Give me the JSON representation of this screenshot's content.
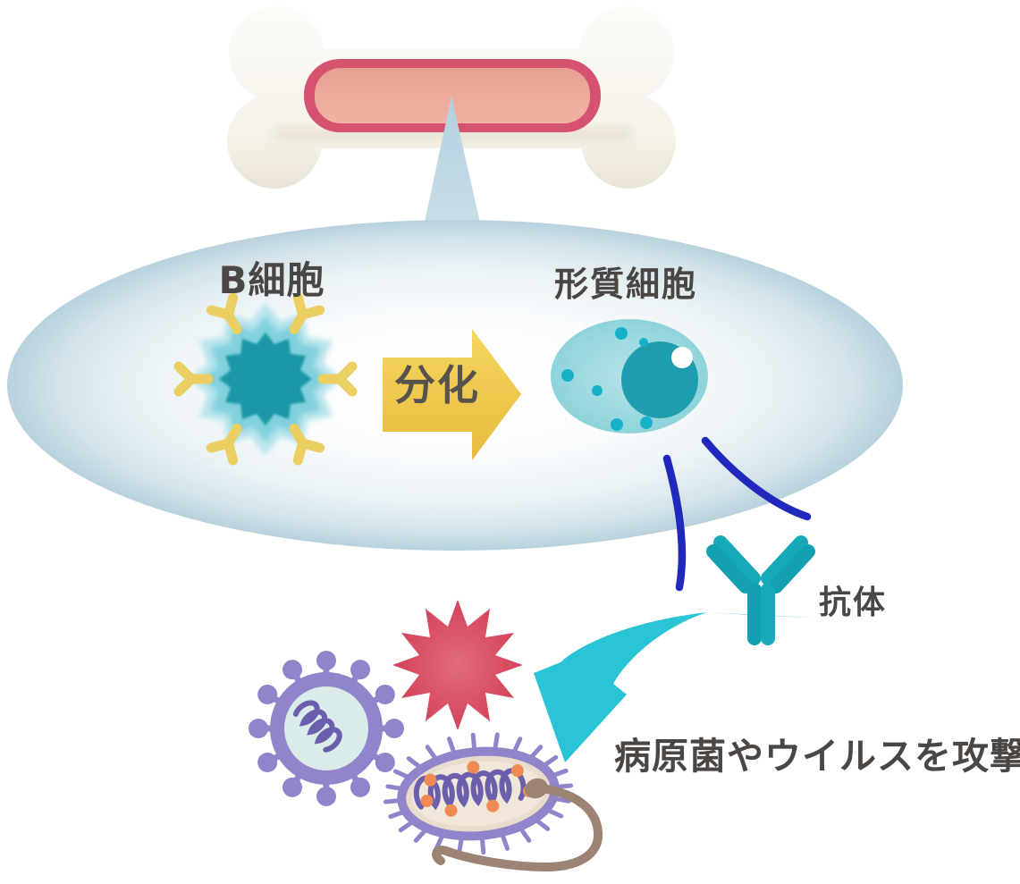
{
  "labels": {
    "b_cell": "B細胞",
    "differentiation": "分化",
    "plasma_cell": "形質細胞",
    "antibody": "抗体",
    "caption": "病原菌やウイルスを攻撃"
  },
  "colors": {
    "text_dark": "#4a4643",
    "cell_teal": "#1f97a7",
    "cell_light_teal": "#a9dfe8",
    "receptor_yellow": "#eccf62",
    "arrow_yellow": "#f2cf57",
    "bone_white": "#f8f6ef",
    "marrow_pink": "#efb0a0",
    "marrow_border": "#d6536f",
    "bubble_blue": "#b7d2de",
    "plasma_teal": "#8ed3da",
    "nucleus_teal": "#1f9dae",
    "emission_blue": "#2128bd",
    "antibody_teal": "#17a9ba",
    "swoosh_cyan": "#2ac4d7",
    "burst_red": "#d5465e",
    "virus_purple": "#9184cb",
    "virus_core": "#d9ece9",
    "spiral_purple": "#6b5ead",
    "bacteria_beige": "#e9dccc",
    "dot_orange": "#ee8a52",
    "flagellum_brown": "#9c8373"
  }
}
